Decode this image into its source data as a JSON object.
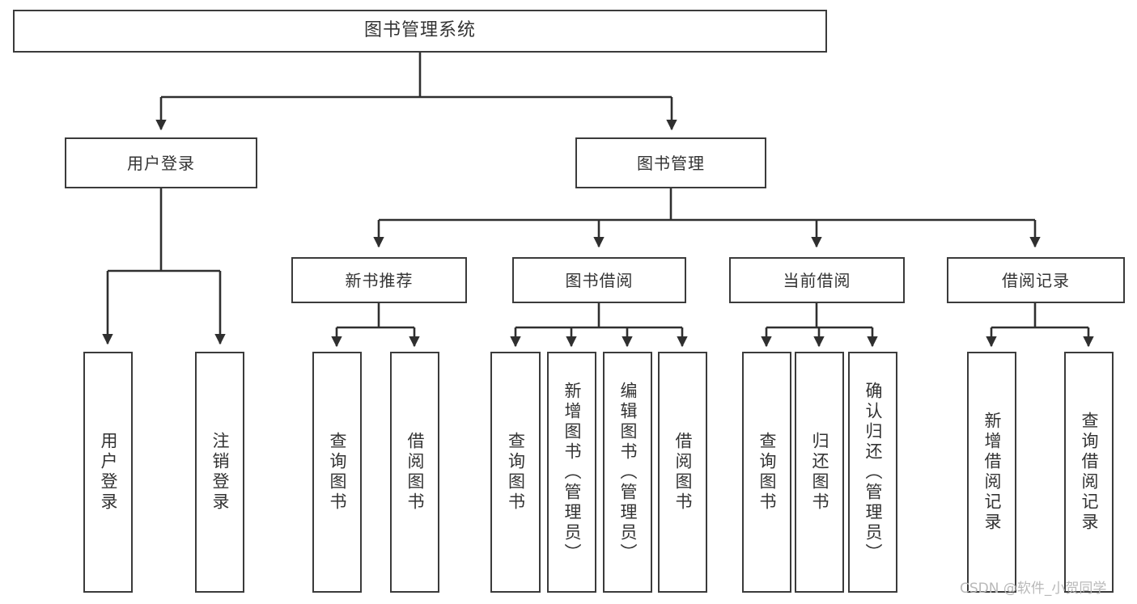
{
  "diagram": {
    "title": "图书管理系统",
    "type": "tree",
    "orientation": "top-down",
    "style": {
      "border_color": "#3b3b3b",
      "fill_color": "#ffffff",
      "text_color": "#333333",
      "edge_color": "#2f2f2f",
      "background": "#ffffff"
    },
    "nodes": {
      "root": {
        "label": "图书管理系统"
      },
      "level2": [
        {
          "id": "user-login",
          "label": "用户登录"
        },
        {
          "id": "book-manage",
          "label": "图书管理"
        }
      ],
      "level3": [
        {
          "id": "new-book-rec",
          "label": "新书推荐"
        },
        {
          "id": "book-borrow",
          "label": "图书借阅"
        },
        {
          "id": "current-borrow",
          "label": "当前借阅"
        },
        {
          "id": "borrow-record",
          "label": "借阅记录"
        }
      ],
      "leaves": {
        "user_login": [
          {
            "id": "leaf-user-login",
            "label": "用户登录"
          },
          {
            "id": "leaf-user-logout",
            "label": "注销登录"
          }
        ],
        "new_book_rec": [
          {
            "id": "leaf-query-book-1",
            "label": "查询图书"
          },
          {
            "id": "leaf-borrow-book-1",
            "label": "借阅图书"
          }
        ],
        "book_borrow": [
          {
            "id": "leaf-query-book-2",
            "label": "查询图书"
          },
          {
            "id": "leaf-add-book",
            "label": "新增图书（管理员）"
          },
          {
            "id": "leaf-edit-book",
            "label": "编辑图书（管理员）"
          },
          {
            "id": "leaf-borrow-book-2",
            "label": "借阅图书"
          }
        ],
        "current_borrow": [
          {
            "id": "leaf-query-book-3",
            "label": "查询图书"
          },
          {
            "id": "leaf-return-book",
            "label": "归还图书"
          },
          {
            "id": "leaf-confirm-return",
            "label": "确认归还（管理员）"
          }
        ],
        "borrow_record": [
          {
            "id": "leaf-add-record",
            "label": "新增借阅记录"
          },
          {
            "id": "leaf-query-record",
            "label": "查询借阅记录"
          }
        ]
      }
    }
  },
  "watermark": {
    "text": "CSDN @软件_小贺同学"
  }
}
